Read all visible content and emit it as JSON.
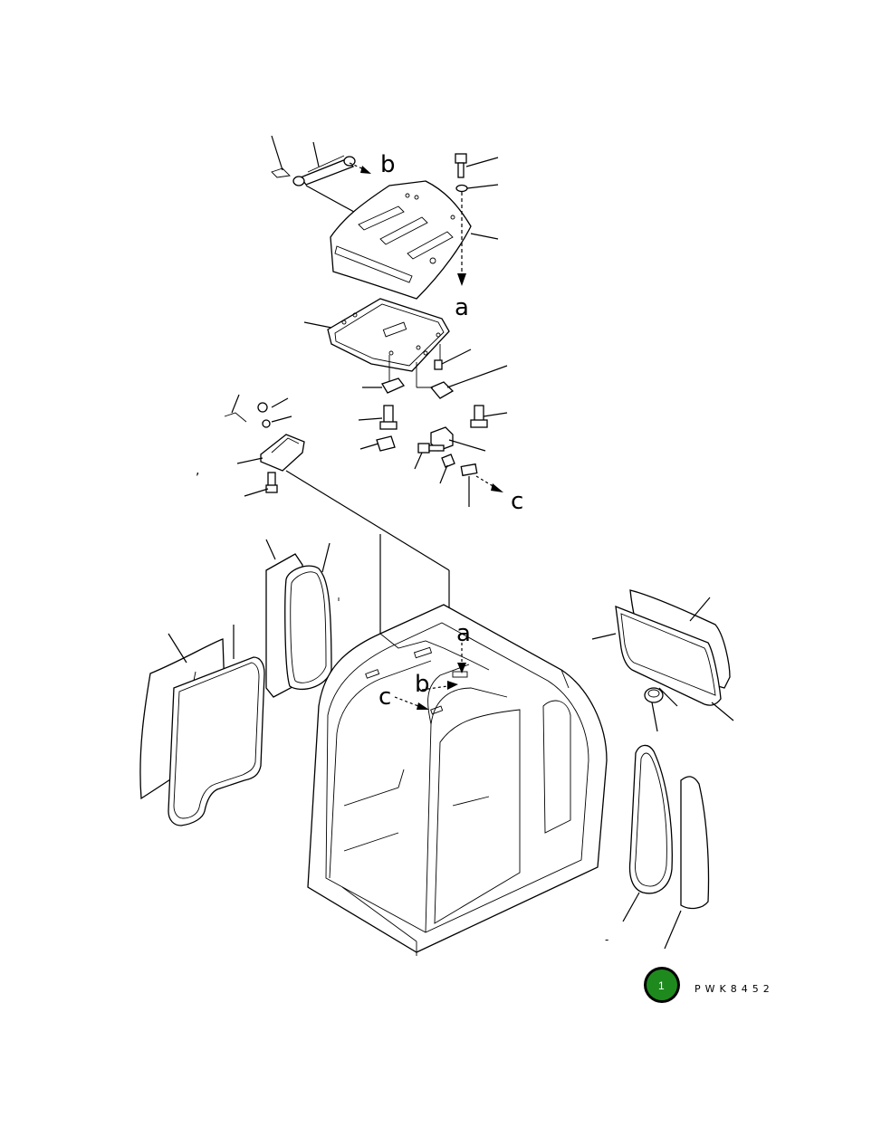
{
  "diagram": {
    "ref_letters": {
      "a_top": "a",
      "b_top": "b",
      "c_right": "c",
      "a_cab": "a",
      "b_cab": "b",
      "c_cab": "c"
    },
    "stray_marks": {
      "comma": ",",
      "dash": "-"
    },
    "badge": {
      "label": "1",
      "color": "#1e8a1e",
      "ring_color": "#000000"
    },
    "drawing_code": "PWK8452"
  }
}
